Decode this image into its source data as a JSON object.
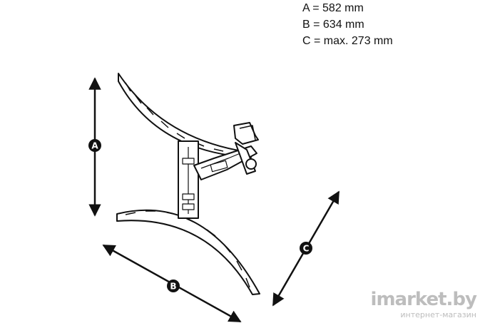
{
  "specs": [
    {
      "letter": "A",
      "value": "582 mm",
      "text": "A = 582 mm"
    },
    {
      "letter": "B",
      "value": "634 mm",
      "text": "B = 634 mm"
    },
    {
      "letter": "C",
      "value": "max. 273 mm",
      "text": "C = max. 273 mm"
    }
  ],
  "labels": {
    "a": "A",
    "b": "B",
    "c": "C"
  },
  "watermark": {
    "brand": "imarket.by",
    "tagline": "интернет-магазин"
  },
  "colors": {
    "line": "#111111",
    "watermark": "#bdbdbd",
    "background": "#ffffff"
  }
}
